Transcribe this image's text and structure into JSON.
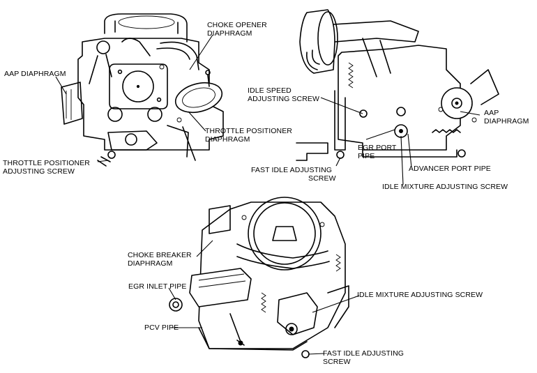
{
  "labels": {
    "choke_opener": [
      "CHOKE OPENER",
      "DIAPHRAGM"
    ],
    "aap_left": [
      "AAP DIAPHRAGM"
    ],
    "throttle_positioner_diaphragm": [
      "THROTTLE POSITIONER",
      "DIAPHRAGM"
    ],
    "throttle_positioner_screw": [
      "THROTTLE POSITIONER",
      "ADJUSTING SCREW"
    ],
    "idle_speed_screw": [
      "IDLE SPEED",
      "ADJUSTING SCREW"
    ],
    "aap_right": [
      "AAP",
      "DIAPHRAGM"
    ],
    "egr_port_pipe": [
      "EGR PORT",
      "PIPE"
    ],
    "advancer_port_pipe": [
      "ADVANCER PORT PIPE"
    ],
    "fast_idle_screw_top": [
      "FAST IDLE ADJUSTING",
      "SCREW"
    ],
    "idle_mixture_screw_top": [
      "IDLE MIXTURE ADJUSTING SCREW"
    ],
    "choke_breaker": [
      "CHOKE BREAKER",
      "DIAPHRAGM"
    ],
    "egr_inlet_pipe": [
      "EGR INLET PIPE"
    ],
    "idle_mixture_screw_bottom": [
      "IDLE MIXTURE ADJUSTING SCREW"
    ],
    "pcv_pipe": [
      "PCV PIPE"
    ],
    "fast_idle_screw_bottom": [
      "FAST IDLE ADJUSTING",
      "SCREW"
    ]
  }
}
